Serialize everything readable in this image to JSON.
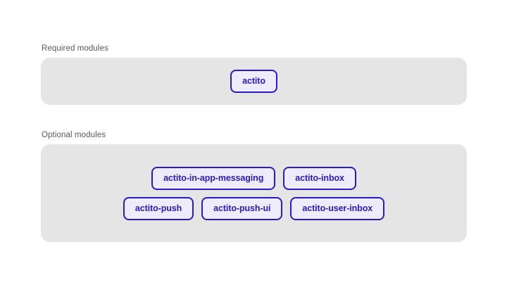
{
  "colors": {
    "page_background": "#ffffff",
    "panel_background": "#e5e5e5",
    "badge_border": "#2a1cc4",
    "badge_fill": "#edebfc",
    "badge_text": "#2a1cb8",
    "label_text": "#56595e"
  },
  "sections": {
    "required": {
      "label": "Required modules",
      "rows": [
        {
          "badges": [
            {
              "label": "actito"
            }
          ]
        }
      ]
    },
    "optional": {
      "label": "Optional modules",
      "rows": [
        {
          "badges": [
            {
              "label": "actito-in-app-messaging"
            },
            {
              "label": "actito-inbox"
            }
          ]
        },
        {
          "badges": [
            {
              "label": "actito-push"
            },
            {
              "label": "actito-push-ui"
            },
            {
              "label": "actito-user-inbox"
            }
          ]
        }
      ]
    }
  }
}
